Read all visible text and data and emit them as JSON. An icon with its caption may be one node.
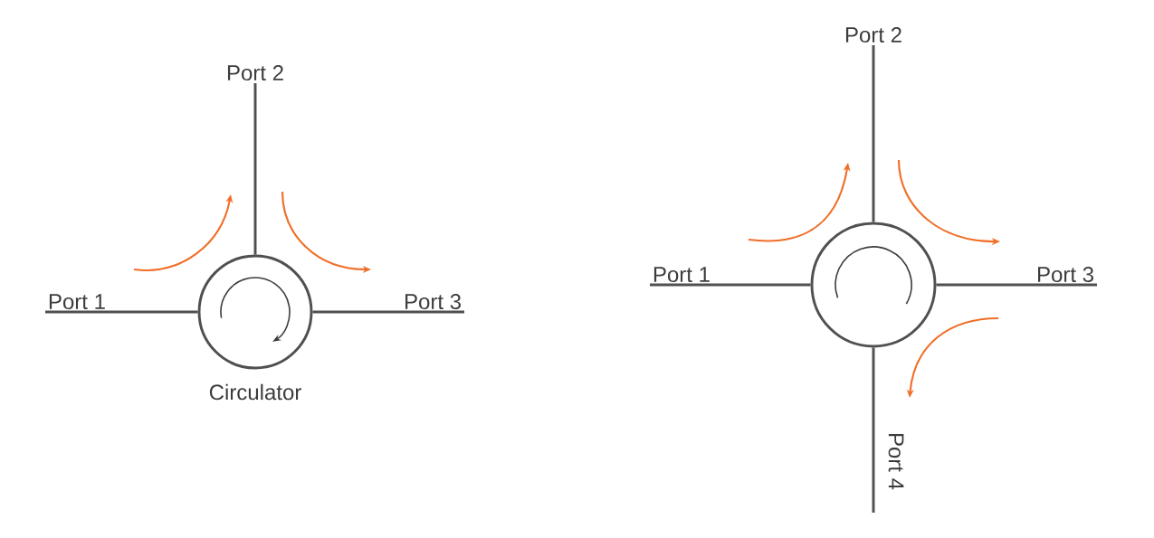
{
  "diagram": {
    "nodes": [
      {
        "text": [
          "Port 2"
        ]
      },
      {
        "text": [
          "Port 1"
        ]
      },
      {
        "text": [
          "Port 3"
        ]
      },
      {
        "text": [],
        "shape": "circle",
        "beside": [
          "Circulator"
        ]
      },
      {
        "text": [
          "Port 2"
        ]
      },
      {
        "text": [
          "Port 1"
        ]
      },
      {
        "text": [
          "Port 3"
        ]
      },
      {
        "text": [],
        "shape": "circle"
      },
      {
        "text": [
          "Port 4"
        ]
      }
    ],
    "edges": [
      {
        "from": 1,
        "to": 3,
        "arrow": "none"
      },
      {
        "from": 0,
        "to": 3,
        "arrow": "none"
      },
      {
        "from": 3,
        "to": 2,
        "arrow": "none"
      },
      {
        "from": 5,
        "to": 7,
        "arrow": "none"
      },
      {
        "from": 4,
        "to": 7,
        "arrow": "none"
      },
      {
        "from": 7,
        "to": 6,
        "arrow": "none"
      },
      {
        "from": 7,
        "to": 8,
        "arrow": "none"
      }
    ]
  }
}
